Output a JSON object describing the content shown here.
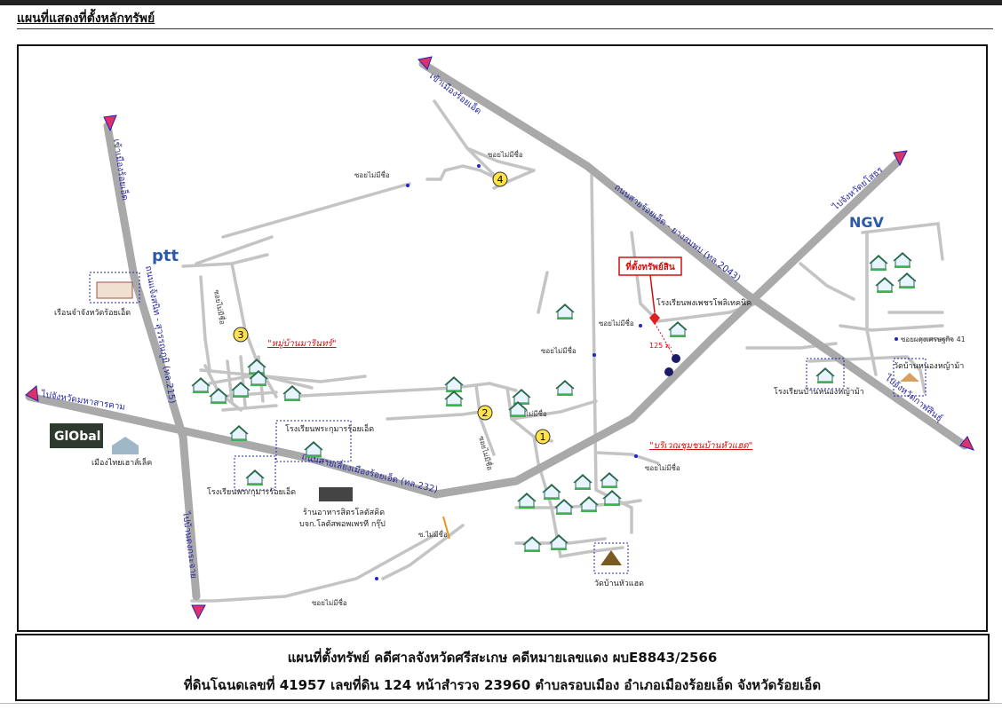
{
  "header": {
    "title": "แผนที่แสดงที่ตั้งหลักทรัพย์"
  },
  "map": {
    "directions": {
      "north_center": "เข้าเมืองร้อยเอ็ด",
      "north_left": "เข้าเมืองร้อยเอ็ด",
      "northeast": "ไปจังหวัดยโสธร",
      "southeast": "ไปจังหวัดกาฬสินธุ์",
      "west": "ไปจังหวัดมหาสารคาม",
      "south": "ไปบ้านดงกระจาย"
    },
    "roads": {
      "r2043": "ถนนสายร้อยเอ็ด - ยางสมพบ (ทล.2043)",
      "r215": "ถนนแจ้งสนิท - สุวรรณภูมิ (ทล.215)",
      "r232": "ถนนสายเลี่ยงเมืองร้อยเอ็ด (ทล.232)"
    },
    "alleys": [
      "ซอยไม่มีชื่อ",
      "ซอยไม่มีชื่อ",
      "ซอยไม่มีชื่อ",
      "ซอยไม่มีชื่อ",
      "ซอยไม่มีชื่อ",
      "ซอยไม่มีชื่อ",
      "ซอยไม่มีชื่อ",
      "ซอยไม่มีชื่อ",
      "ซอยไม่มีชื่อ",
      "ซ.ไม่มีชื่อ",
      "ซอยไม่มีชื่อ",
      "ซอยผดุงเศรษฐกิจ 41"
    ],
    "markers": [
      "1",
      "2",
      "3",
      "4"
    ],
    "property": {
      "label": "ที่ตั้งทรัพย์สิน",
      "distance": "125 ม."
    },
    "villages": {
      "maneerat": "\"หมู่บ้านมารินทร์\"",
      "huasae": "\"บริเวณชุมชนบ้านหัวแฮด\""
    },
    "places": {
      "prison": "เรือนจำจังหวัดร้อยเอ็ด",
      "phrakumarn_school": "โรงเรียนพระกุมารร้อยเอ็ด",
      "phrakumarn_school2": "โรงเรียนพระกุมารร้อยเอ็ด",
      "polytech_school": "โรงเรียนพงเพชรโพลิเทคนิค",
      "nongya_school": "โรงเรียนบ้านหนองหญ้าม้า",
      "nongya_temple": "วัดบ้านหนองหญ้าม้า",
      "huasae_temple": "วัดบ้านหัวแฮด",
      "thaihome": "เมืองไทยเฮาส์เล็ค",
      "restaurant_1": "ร้านอาหารสิตรโลตัสคิด",
      "restaurant_2": "บจก.โลตัสพอพเพรที กรุ๊ป"
    },
    "logos": {
      "ptt": "ptt",
      "global": "GlObal",
      "ngv": "NGV"
    }
  },
  "caption": {
    "line1": "แผนที่ตั้งทรัพย์ คดีศาลจังหวัดศรีสะเกษ คดีหมายเลขแดง ผบE8843/2566",
    "line2": "ที่ดินโฉนดเลขที่ 41957 เลขที่ดิน 124 หน้าสำรวจ 23960 ตำบลรอบเมือง อำเภอเมืองร้อยเอ็ด จังหวัดร้อยเอ็ด"
  },
  "colors": {
    "road": "#bdbdbd",
    "main_road": "#a9a9a9",
    "arrow": "#e0306a",
    "accent_red": "#d01010",
    "road_label": "#2a2aa0"
  }
}
